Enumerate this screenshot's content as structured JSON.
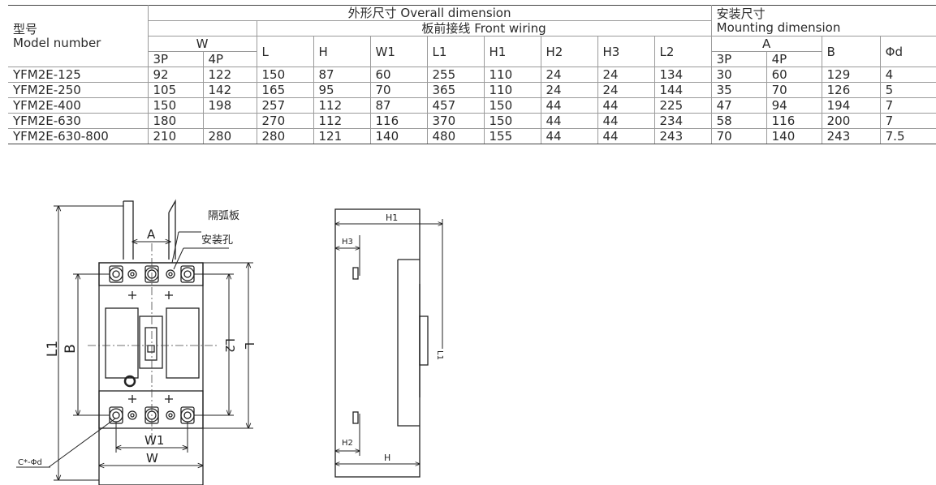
{
  "table": {
    "model_label_cn": "型号",
    "model_label_en": "Model number",
    "overall_label": "外形尺寸 Overall dimension",
    "front_wiring_label": "板前接线 Front wiring",
    "mounting_label_cn": "安装尺寸",
    "mounting_label_en": "Mounting dimension",
    "headers": {
      "W": "W",
      "P3": "3P",
      "P4": "4P",
      "L": "L",
      "H": "H",
      "W1": "W1",
      "L1": "L1",
      "H1": "H1",
      "H2": "H2",
      "H3": "H3",
      "L2": "L2",
      "A": "A",
      "A3": "3P",
      "A4": "4P",
      "B": "B",
      "d": "Φd"
    },
    "rows": [
      [
        "YFM2E-125",
        "92",
        "122",
        "150",
        "87",
        "60",
        "255",
        "110",
        "24",
        "24",
        "134",
        "30",
        "60",
        "129",
        "4"
      ],
      [
        "YFM2E-250",
        "105",
        "142",
        "165",
        "95",
        "70",
        "365",
        "110",
        "24",
        "24",
        "144",
        "35",
        "70",
        "126",
        "5"
      ],
      [
        "YFM2E-400",
        "150",
        "198",
        "257",
        "112",
        "87",
        "457",
        "150",
        "44",
        "44",
        "225",
        "47",
        "94",
        "194",
        "7"
      ],
      [
        "YFM2E-630",
        "180",
        "",
        "270",
        "112",
        "116",
        "370",
        "150",
        "44",
        "44",
        "234",
        "58",
        "116",
        "200",
        "7"
      ],
      [
        "YFM2E-630-800",
        "210",
        "280",
        "280",
        "121",
        "140",
        "480",
        "155",
        "44",
        "44",
        "243",
        "70",
        "140",
        "243",
        "7.5"
      ]
    ]
  },
  "front_view": {
    "arc_plate_label": "隔弧板",
    "mount_hole_label": "安装孔",
    "A": "A",
    "B": "B",
    "L1": "L1",
    "L2": "L2",
    "L": "L",
    "W1": "W1",
    "W": "W",
    "hole": "C*-Φd"
  },
  "side_view": {
    "H1": "H1",
    "H3": "H3",
    "H2": "H2",
    "H": "H",
    "L1": "L1"
  }
}
